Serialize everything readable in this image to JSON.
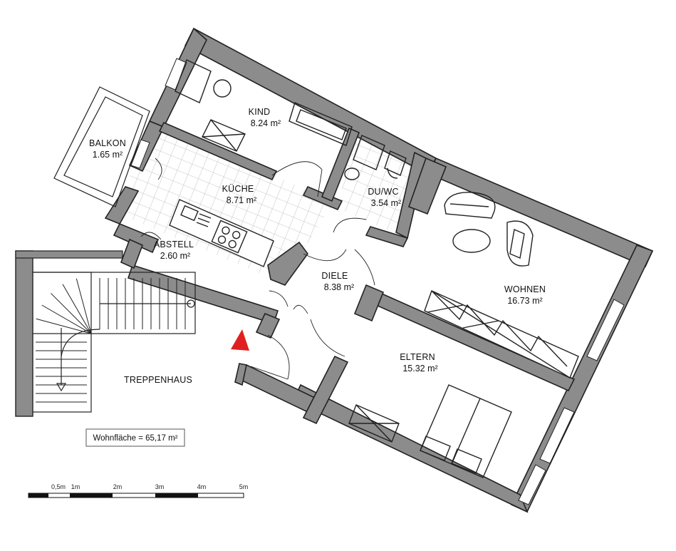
{
  "rooms": {
    "kind": {
      "name": "KIND",
      "area": "8.24 m²"
    },
    "balkon": {
      "name": "BALKON",
      "area": "1.65 m²"
    },
    "kueche": {
      "name": "KÜCHE",
      "area": "8.71 m²"
    },
    "duwc": {
      "name": "DU/WC",
      "area": "3.54 m²"
    },
    "abstell": {
      "name": "ABSTELL",
      "area": "2.60 m²"
    },
    "diele": {
      "name": "DIELE",
      "area": "8.38 m²"
    },
    "wohnen": {
      "name": "WOHNEN",
      "area": "16.73 m²"
    },
    "eltern": {
      "name": "ELTERN",
      "area": "15.32 m²"
    },
    "treppenhaus": {
      "name": "TREPPENHAUS"
    }
  },
  "summary": {
    "label": "Wohnfläche = 65,17 m²"
  },
  "scale_bar": {
    "ticks": [
      "0,5m",
      "1m",
      "2m",
      "3m",
      "4m",
      "5m"
    ]
  },
  "colors": {
    "wall": "#8c8c8c",
    "entrance_marker": "#e02020",
    "tile_grid": "#b4b4b4"
  }
}
